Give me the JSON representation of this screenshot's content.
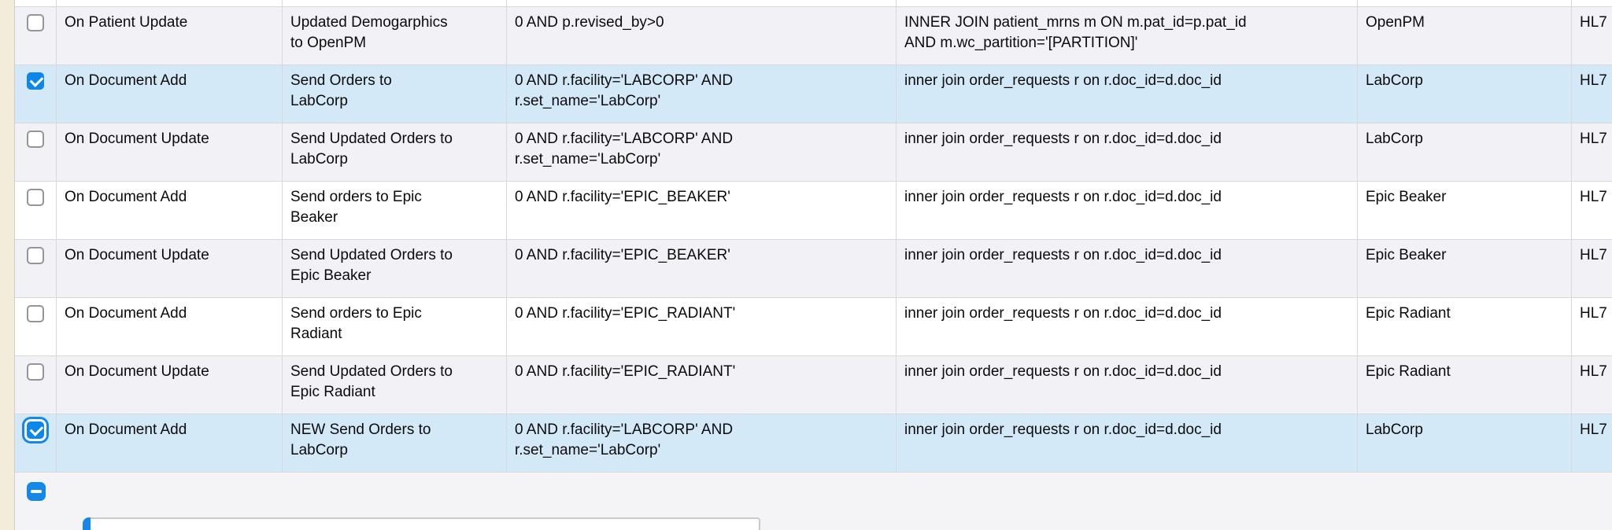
{
  "colors": {
    "row_alt": "#f1f1f6",
    "row_selected": "#d4e9f8",
    "accent_blue": "#1587e9",
    "checkbox_blue": "#0f87e8",
    "grid_border": "#d9d9dd",
    "left_margin": "#f2ecdb",
    "footer_bg": "#f4f4f7"
  },
  "icons": {
    "checked_checkbox": "checkmark-icon",
    "collapse_button": "minus-icon"
  },
  "table": {
    "rows": [
      {
        "checked": false,
        "selected": false,
        "focused": false,
        "trigger": "On Patient Update",
        "description": "Updated Demogarphics\nto OpenPM",
        "condition": "0 AND p.revised_by>0",
        "join": "INNER JOIN patient_mrns m ON m.pat_id=p.pat_id\nAND m.wc_partition='[PARTITION]'",
        "facility": "OpenPM",
        "protocol": "HL7"
      },
      {
        "checked": true,
        "selected": true,
        "focused": false,
        "trigger": "On Document Add",
        "description": "Send Orders to\nLabCorp",
        "condition": "0 AND r.facility='LABCORP' AND\nr.set_name='LabCorp'",
        "join": "inner join order_requests r on r.doc_id=d.doc_id",
        "facility": "LabCorp",
        "protocol": "HL7"
      },
      {
        "checked": false,
        "selected": false,
        "focused": false,
        "trigger": "On Document Update",
        "description": "Send Updated Orders to\nLabCorp",
        "condition": "0 AND r.facility='LABCORP' AND\nr.set_name='LabCorp'",
        "join": "inner join order_requests r on r.doc_id=d.doc_id",
        "facility": "LabCorp",
        "protocol": "HL7"
      },
      {
        "checked": false,
        "selected": false,
        "focused": false,
        "trigger": "On Document Add",
        "description": "Send orders to Epic\nBeaker",
        "condition": "0 AND r.facility='EPIC_BEAKER'",
        "join": "inner join order_requests r on r.doc_id=d.doc_id",
        "facility": "Epic Beaker",
        "protocol": "HL7"
      },
      {
        "checked": false,
        "selected": false,
        "focused": false,
        "trigger": "On Document Update",
        "description": "Send Updated Orders to\nEpic Beaker",
        "condition": "0 AND r.facility='EPIC_BEAKER'",
        "join": "inner join order_requests r on r.doc_id=d.doc_id",
        "facility": "Epic Beaker",
        "protocol": "HL7"
      },
      {
        "checked": false,
        "selected": false,
        "focused": false,
        "trigger": "On Document Add",
        "description": "Send orders to Epic\nRadiant",
        "condition": "0 AND r.facility='EPIC_RADIANT'",
        "join": "inner join order_requests r on r.doc_id=d.doc_id",
        "facility": "Epic Radiant",
        "protocol": "HL7"
      },
      {
        "checked": false,
        "selected": false,
        "focused": false,
        "trigger": "On Document Update",
        "description": "Send Updated Orders to\nEpic Radiant",
        "condition": "0 AND r.facility='EPIC_RADIANT'",
        "join": "inner join order_requests r on r.doc_id=d.doc_id",
        "facility": "Epic Radiant",
        "protocol": "HL7"
      },
      {
        "checked": true,
        "selected": true,
        "focused": true,
        "trigger": "On Document Add",
        "description": "NEW Send Orders to\nLabCorp",
        "condition": "0 AND r.facility='LABCORP' AND\nr.set_name='LabCorp'",
        "join": "inner join order_requests r on r.doc_id=d.doc_id",
        "facility": "LabCorp",
        "protocol": "HL7"
      }
    ]
  }
}
